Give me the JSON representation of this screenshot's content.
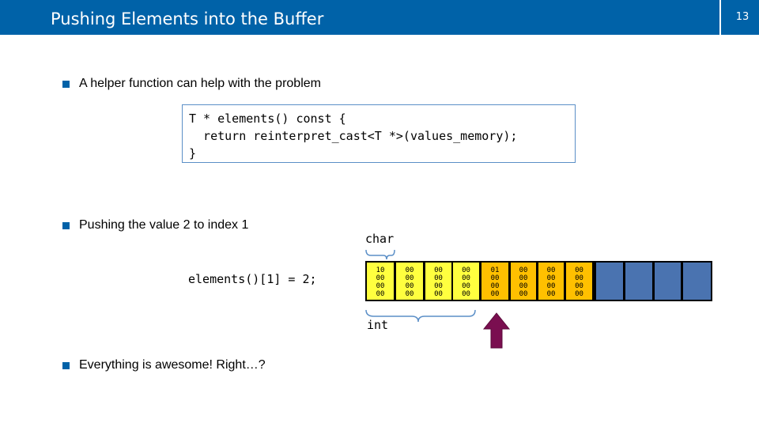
{
  "header": {
    "title": "Pushing Elements into the Buffer",
    "page_number": "13"
  },
  "bullets": [
    {
      "text": "A helper function can help with the problem"
    },
    {
      "text": "Pushing the value 2 to index 1"
    },
    {
      "text": "Everything is awesome! Right…?"
    }
  ],
  "code": {
    "lines": [
      "T * elements() const {",
      "  return reinterpret_cast<T *>(values_memory);",
      "}"
    ]
  },
  "statement": "elements()[1] = 2;",
  "labels": {
    "char": "char",
    "int": "int"
  },
  "memory": {
    "cells": [
      {
        "bytes": [
          "10",
          "00",
          "00",
          "00"
        ],
        "state": "written"
      },
      {
        "bytes": [
          "00",
          "00",
          "00",
          "00"
        ],
        "state": "written"
      },
      {
        "bytes": [
          "00",
          "00",
          "00",
          "00"
        ],
        "state": "written"
      },
      {
        "bytes": [
          "00",
          "00",
          "00",
          "00"
        ],
        "state": "written"
      },
      {
        "bytes": [
          "01",
          "00",
          "00",
          "00"
        ],
        "state": "highlight"
      },
      {
        "bytes": [
          "00",
          "00",
          "00",
          "00"
        ],
        "state": "highlight"
      },
      {
        "bytes": [
          "00",
          "00",
          "00",
          "00"
        ],
        "state": "highlight"
      },
      {
        "bytes": [
          "00",
          "00",
          "00",
          "00"
        ],
        "state": "highlight"
      },
      {
        "bytes": [],
        "state": "empty"
      },
      {
        "bytes": [],
        "state": "empty"
      },
      {
        "bytes": [],
        "state": "empty"
      },
      {
        "bytes": [],
        "state": "empty"
      }
    ]
  },
  "colors": {
    "title_bar": "#0062a8",
    "bullet": "#0062a8",
    "written": "#ffff3f",
    "highlight": "#ffc000",
    "empty": "#4a73b0",
    "arrow": "#7a0e50",
    "brace": "#5b8fc7"
  }
}
